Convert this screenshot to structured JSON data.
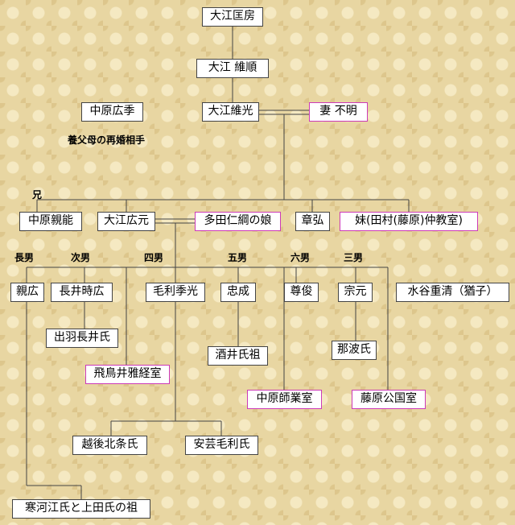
{
  "people": {
    "kunifusa": "大江匡房",
    "koresada": "大江 維順",
    "koremitsu": "大江維光",
    "wife": "妻 不明",
    "nakahara_hirosue": "中原広季",
    "nakahara_chikayoshi": "中原親能",
    "hiromoto": "大江広元",
    "tada_daughter": "多田仁綱の娘",
    "akihiro": "章弘",
    "sister": "妹(田村(藤原)仲教室)",
    "chikahiro": "親広",
    "nagai_tokihiro": "長井時広",
    "mori_suemitsu": "毛利季光",
    "tadanari": "忠成",
    "tadatoshi": "尊俊",
    "munemoto": "宗元",
    "mizutani": "水谷重清（猶子）",
    "dewa_nagai": "出羽長井氏",
    "asukai": "飛鳥井雅経室",
    "sakai": "酒井氏祖",
    "nawa": "那波氏",
    "nakahara_moronari": "中原師業室",
    "fujiwara_kinkuni": "藤原公国室",
    "echigo_kitajo": "越後北条氏",
    "aki_mori": "安芸毛利氏",
    "kanga": "寒河江氏と上田氏の祖"
  },
  "labels": {
    "foster": "養父母の再婚相手",
    "elder_brother": "兄",
    "eldest": "長男",
    "second": "次男",
    "fourth": "四男",
    "fifth": "五男",
    "sixth": "六男",
    "third": "三男"
  },
  "colors": {
    "background": "#e8d6a2",
    "line": "#444444",
    "spouse_border": "#cc3ab8"
  }
}
